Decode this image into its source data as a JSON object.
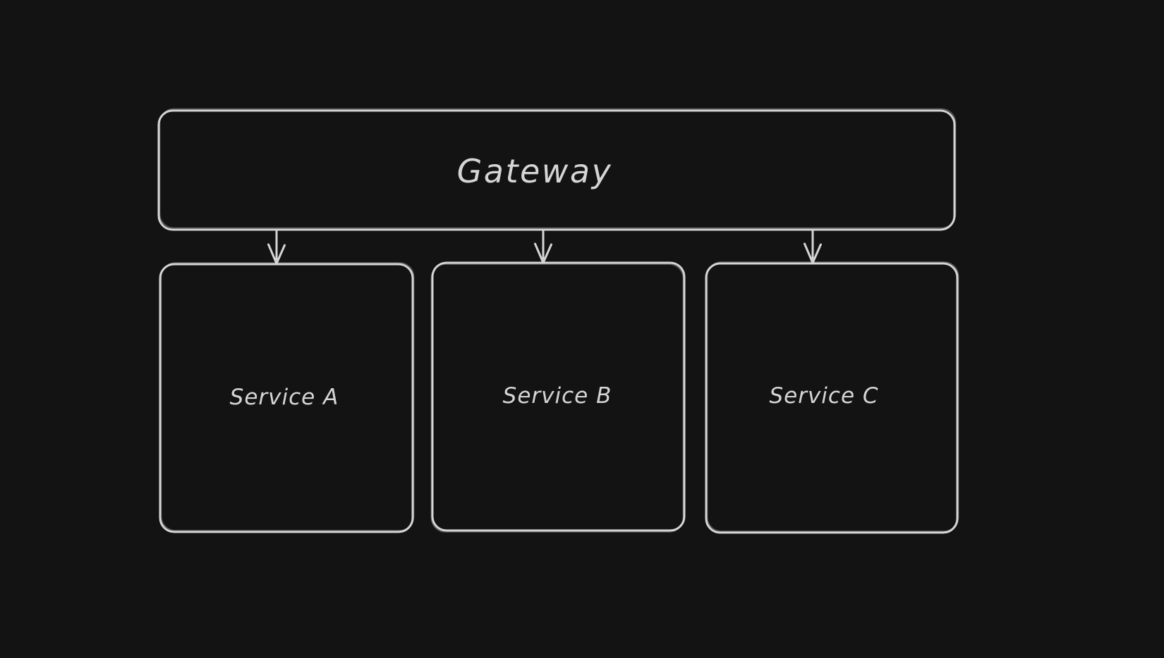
{
  "theme": {
    "background": "#131313",
    "stroke_color": "#d5d5d5",
    "text_color": "#d5d5d5"
  },
  "diagram": {
    "style": "hand-drawn-whiteboard",
    "nodes": {
      "gateway": {
        "label": "Gateway",
        "shape": "rounded-rectangle"
      },
      "service_a": {
        "label": "Service A",
        "shape": "rounded-rectangle"
      },
      "service_b": {
        "label": "Service B",
        "shape": "rounded-rectangle"
      },
      "service_c": {
        "label": "Service C",
        "shape": "rounded-rectangle"
      }
    },
    "edges": [
      {
        "from": "Gateway",
        "to": "Service A",
        "type": "arrow-down"
      },
      {
        "from": "Gateway",
        "to": "Service B",
        "type": "arrow-down"
      },
      {
        "from": "Gateway",
        "to": "Service C",
        "type": "arrow-down"
      }
    ]
  }
}
